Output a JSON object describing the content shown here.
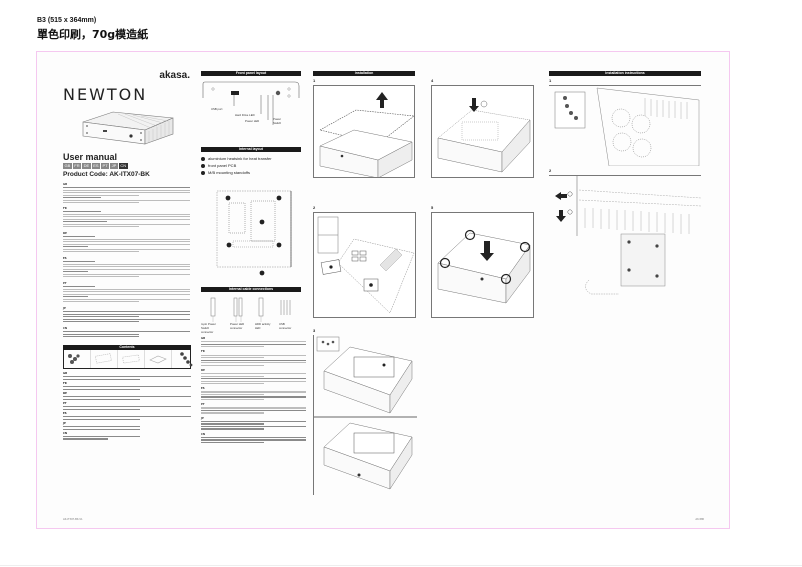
{
  "print_spec": {
    "size": "B3 (515 x 364mm)",
    "printing": "單色印刷，70g模造紙"
  },
  "cover": {
    "brand": "akasa.",
    "product_name": "NEWTON",
    "manual_title": "User manual",
    "languages": [
      "GB",
      "FR",
      "DE",
      "ES",
      "PT",
      "JP",
      "CN"
    ],
    "product_code": "Product Code: AK-ITX07-BK"
  },
  "language_sections": [
    {
      "code": "GB"
    },
    {
      "code": "FR"
    },
    {
      "code": "DE"
    },
    {
      "code": "ES"
    },
    {
      "code": "PT"
    },
    {
      "code": "JP"
    },
    {
      "code": "CN"
    }
  ],
  "contents": {
    "title": "Contents",
    "items": [
      "screws",
      "thermal pad",
      "heatsink pad",
      "heatsink pad",
      "VESA mount screws"
    ]
  },
  "front_panel": {
    "title": "Front panel layout",
    "labels": {
      "usb": "USB port",
      "hdd_led": "Hard Drive LED",
      "power_led": "Power LED",
      "power_switch": "Power Switch"
    }
  },
  "internal_layout": {
    "title": "Internal layout",
    "items": [
      {
        "num": "1",
        "label": "aluminium heatsink for heat transfer"
      },
      {
        "num": "2",
        "label": "front panel PCB"
      },
      {
        "num": "3",
        "label": "M/B mounting standoffs"
      }
    ]
  },
  "internal_cable": {
    "title": "Internal cable connections",
    "connectors": [
      {
        "label": "4-pin Power Switch connector"
      },
      {
        "label": "Power LED connector"
      },
      {
        "label": "HDD activity LED"
      },
      {
        "label": "USB connector"
      }
    ]
  },
  "installation": {
    "title": "Installation",
    "steps": [
      "1",
      "2",
      "3",
      "4",
      "5"
    ]
  },
  "installation_instructions": {
    "title": "Installation instructions",
    "steps": [
      "1",
      "2"
    ]
  },
  "footer": {
    "left_code": "AK-ITX07-BK-V1",
    "right_code": "AK-586"
  }
}
